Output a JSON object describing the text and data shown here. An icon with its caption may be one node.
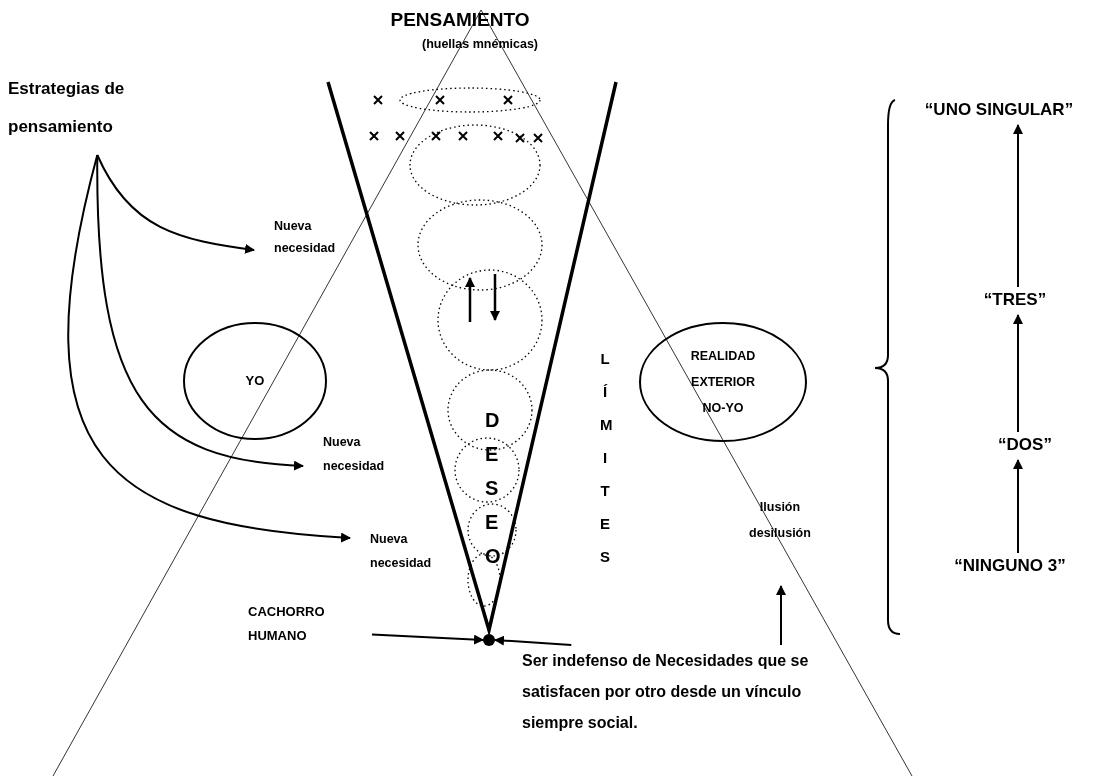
{
  "diagram": {
    "nodes": [
      {
        "text": [
          "PENSAMIENTO",
          "(huellas mnémicas)"
        ]
      },
      {
        "text": [
          "Estrategias de pensamiento"
        ]
      },
      {
        "text": [
          "Nueva necesidad"
        ]
      },
      {
        "text": [
          "YO"
        ]
      },
      {
        "text": [
          "Nueva necesidad"
        ]
      },
      {
        "text": [
          "Nueva necesidad"
        ]
      },
      {
        "text": [
          "CACHORRO HUMANO"
        ]
      },
      {
        "text": [],
        "shape": "circle"
      },
      {
        "text": [
          "Ser indefenso de  Necesidades que se satisfacen por otro desde un vínculo siempre social."
        ]
      },
      {
        "text": [
          "REALIDAD EXTERIOR NO-YO"
        ]
      },
      {
        "text": [
          "Ilusión desilusión"
        ]
      },
      {
        "text": [
          "“UNO SINGULAR”"
        ]
      },
      {
        "text": [
          "“TRES”"
        ]
      },
      {
        "text": [
          "“DOS”"
        ]
      },
      {
        "text": [
          "“NINGUNO 3”"
        ]
      }
    ],
    "edges": [
      {
        "from": 1,
        "to": 2,
        "arrow": "to"
      },
      {
        "from": 1,
        "to": 4,
        "arrow": "to"
      },
      {
        "from": 1,
        "to": 5,
        "arrow": "to"
      },
      {
        "from": 6,
        "to": 7,
        "arrow": "to"
      },
      {
        "from": 8,
        "to": 7,
        "arrow": "to"
      },
      {
        "from": 8,
        "to": 10,
        "arrow": "to"
      },
      {
        "from": 14,
        "to": 13,
        "arrow": "to"
      },
      {
        "from": 13,
        "to": 12,
        "arrow": "to"
      },
      {
        "from": 12,
        "to": 11,
        "arrow": "to"
      }
    ],
    "labels": [
      "DESEO",
      "LÍMITES"
    ]
  }
}
